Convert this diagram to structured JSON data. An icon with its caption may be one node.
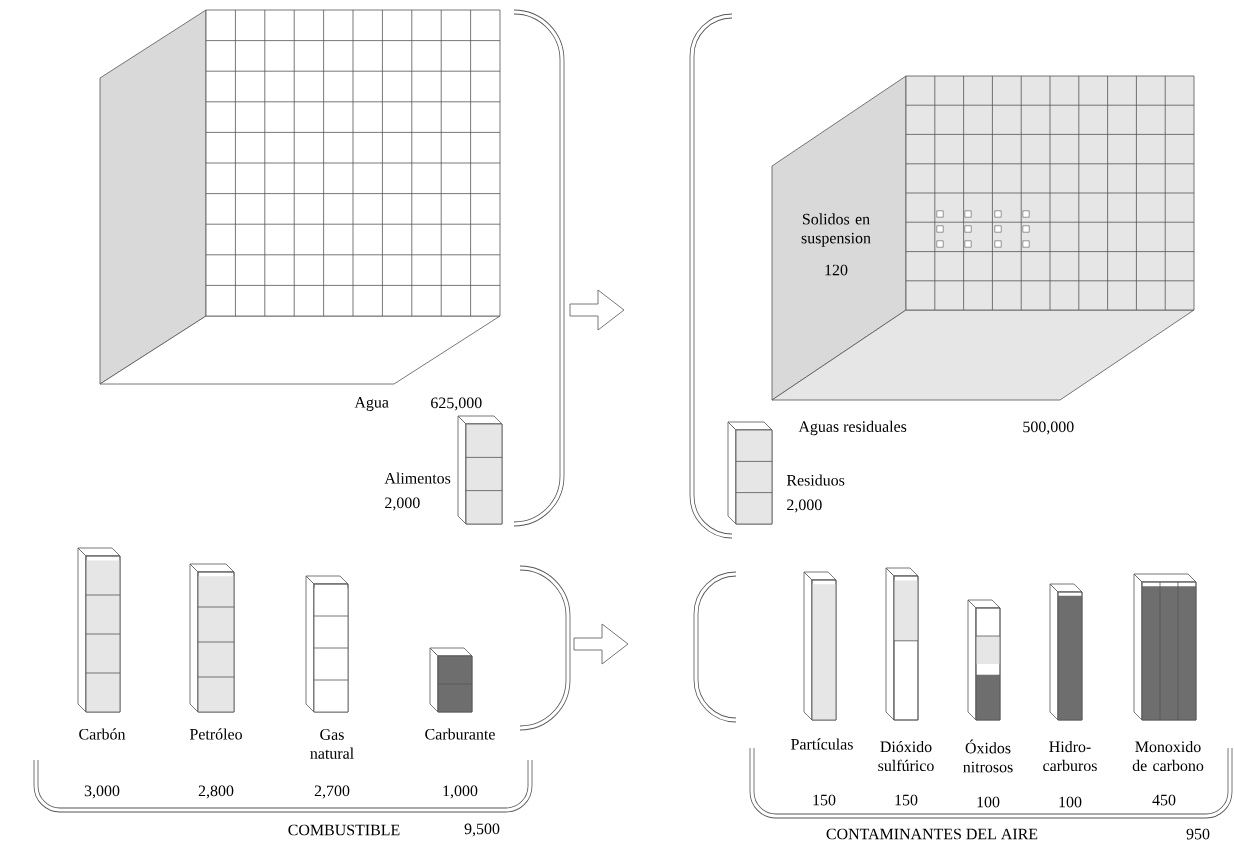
{
  "diagram": {
    "labels": [
      "Agua",
      "625,000",
      "Solidos en suspension",
      "120",
      "Aguas residuales",
      "500,000",
      "Alimentos",
      "2,000",
      "Residuos",
      "2,000",
      "Carbón",
      "Petróleo",
      "Gas natural",
      "Carburante",
      "3,000",
      "2,800",
      "2,700",
      "1,000",
      "COMBUSTIBLE",
      "9,500",
      "Partículas",
      "Dióxido sulfúrico",
      "Óxidos nitrosos",
      "Hidro- carburos",
      "Monoxido de carbono",
      "150",
      "150",
      "100",
      "100",
      "450",
      "CONTAMINANTES DEL AIRE",
      "950"
    ]
  }
}
